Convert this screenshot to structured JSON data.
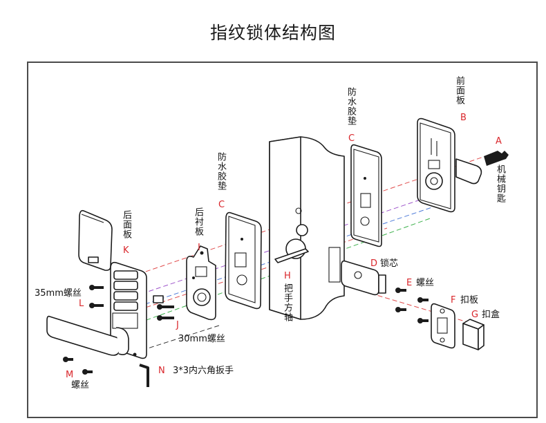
{
  "title": "指纹锁体结构图",
  "colors": {
    "dash_red": "#e04a4a",
    "dash_purple": "#9b4fc9",
    "dash_blue": "#4a78d8",
    "dash_green": "#3bb04a",
    "letter": "#d9252a"
  },
  "parts": {
    "A": {
      "letter": "A",
      "name": "机械钥匙"
    },
    "B": {
      "letter": "B",
      "name": "前面板"
    },
    "C1": {
      "letter": "C",
      "name": "防水胶垫"
    },
    "C2": {
      "letter": "C",
      "name": "防水胶垫"
    },
    "D": {
      "letter": "D",
      "name": "锁芯"
    },
    "E": {
      "letter": "E",
      "name": "螺丝"
    },
    "F": {
      "letter": "F",
      "name": "扣板"
    },
    "G": {
      "letter": "G",
      "name": "扣盒"
    },
    "H": {
      "letter": "H",
      "name": "把手方轴"
    },
    "I": {
      "letter": "I",
      "name": "后衬板"
    },
    "J": {
      "letter": "J",
      "name": "30mm螺丝"
    },
    "K": {
      "letter": "K",
      "name": "后面板"
    },
    "L": {
      "letter": "L",
      "name": "35mm螺丝"
    },
    "M": {
      "letter": "M",
      "name": "螺丝"
    },
    "N": {
      "letter": "N",
      "name": "3*3内六角扳手"
    }
  }
}
